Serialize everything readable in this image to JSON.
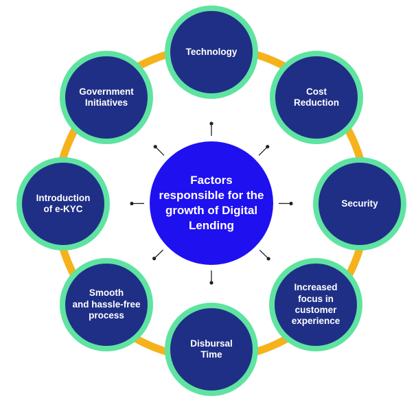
{
  "center": {
    "label": "Factors\nresponsible for the\ngrowth of Digital\nLending"
  },
  "nodes": [
    {
      "id": "technology",
      "label": "Technology"
    },
    {
      "id": "cost-reduction",
      "label": "Cost\nReduction"
    },
    {
      "id": "security",
      "label": "Security"
    },
    {
      "id": "customer-experience",
      "label": "Increased\nfocus in\ncustomer\nexperience"
    },
    {
      "id": "disbursal-time",
      "label": "Disbursal\nTime"
    },
    {
      "id": "smooth-process",
      "label": "Smooth\nand hassle-free\nprocess"
    },
    {
      "id": "e-kyc",
      "label": "Introduction\nof e-KYC"
    },
    {
      "id": "government-initiatives",
      "label": "Government\nInitiatives"
    }
  ],
  "colors": {
    "node_fill": "#1f2f86",
    "node_border": "#5fe3a1",
    "center_fill": "#1f10f0",
    "ring": "#f6b21b",
    "connector": "#222222",
    "text": "#ffffff"
  }
}
